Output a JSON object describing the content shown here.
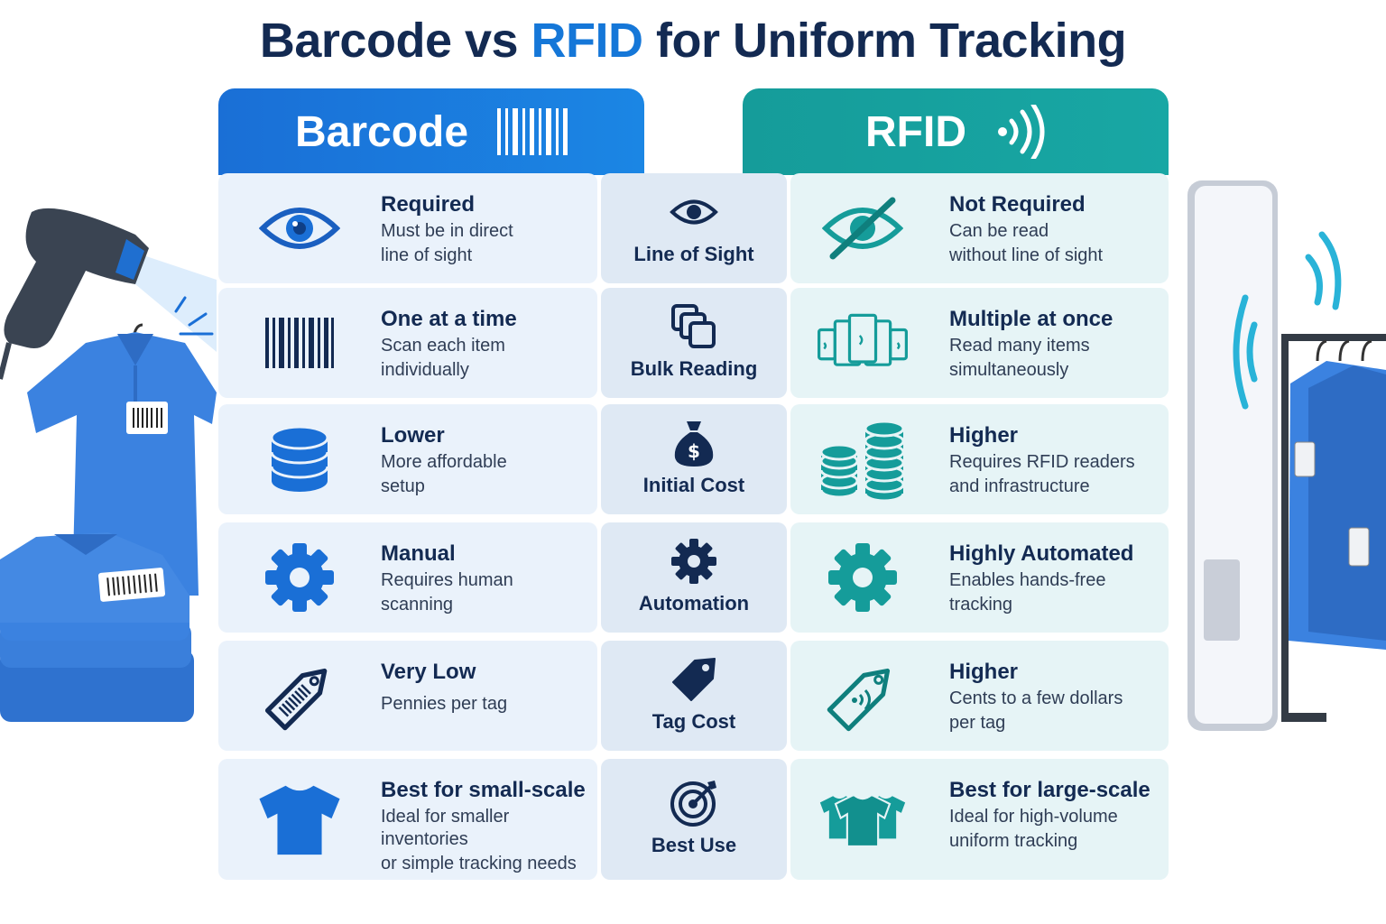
{
  "title": {
    "part1": "Barcode vs ",
    "part2": "RFID",
    "part3": " for Uniform Tracking"
  },
  "columns": {
    "barcode": "Barcode",
    "rfid": "RFID"
  },
  "colors": {
    "barcode_blue": "#1a6fd6",
    "rfid_teal": "#159c9a",
    "navy": "#132a52"
  },
  "rows": [
    {
      "criterion": "Line of Sight",
      "criterion_icon": "eye-icon",
      "barcode": {
        "heading": "Required",
        "detail1": "Must be in direct",
        "detail2": "line of sight",
        "icon": "eye-icon"
      },
      "rfid": {
        "heading": "Not Required",
        "detail1": "Can be read",
        "detail2": "without line of sight",
        "icon": "eye-slash-icon"
      }
    },
    {
      "criterion": "Bulk Reading",
      "criterion_icon": "copy-stack-icon",
      "barcode": {
        "heading": "One at a time",
        "detail1": "Scan each item",
        "detail2": "individually",
        "icon": "barcode-icon"
      },
      "rfid": {
        "heading": "Multiple at once",
        "detail1": "Read many items",
        "detail2": "simultaneously",
        "icon": "rfid-tags-icon"
      }
    },
    {
      "criterion": "Initial Cost",
      "criterion_icon": "money-bag-icon",
      "barcode": {
        "heading": "Lower",
        "detail1": "More affordable",
        "detail2": "setup",
        "icon": "coin-stack-icon"
      },
      "rfid": {
        "heading": "Higher",
        "detail1": "Requires RFID readers",
        "detail2": "and infrastructure",
        "icon": "coin-stacks-icon"
      }
    },
    {
      "criterion": "Automation",
      "criterion_icon": "gear-icon",
      "barcode": {
        "heading": "Manual",
        "detail1": "Requires human",
        "detail2": "scanning",
        "icon": "gear-icon"
      },
      "rfid": {
        "heading": "Highly Automated",
        "detail1": "Enables hands-free",
        "detail2": "tracking",
        "icon": "gear-icon"
      }
    },
    {
      "criterion": "Tag Cost",
      "criterion_icon": "tag-icon",
      "barcode": {
        "heading": "Very Low",
        "detail1": "Pennies per tag",
        "detail2": "",
        "icon": "barcode-tag-icon"
      },
      "rfid": {
        "heading": "Higher",
        "detail1": "Cents to a few dollars",
        "detail2": "per tag",
        "icon": "rfid-tag-icon"
      }
    },
    {
      "criterion": "Best Use",
      "criterion_icon": "target-icon",
      "barcode": {
        "heading": "Best for small-scale",
        "detail1": "Ideal for smaller inventories",
        "detail2": "or simple tracking needs",
        "icon": "tshirt-icon"
      },
      "rfid": {
        "heading": "Best for large-scale",
        "detail1": "Ideal for high-volume",
        "detail2": "uniform tracking",
        "icon": "tshirts-icon"
      }
    }
  ]
}
